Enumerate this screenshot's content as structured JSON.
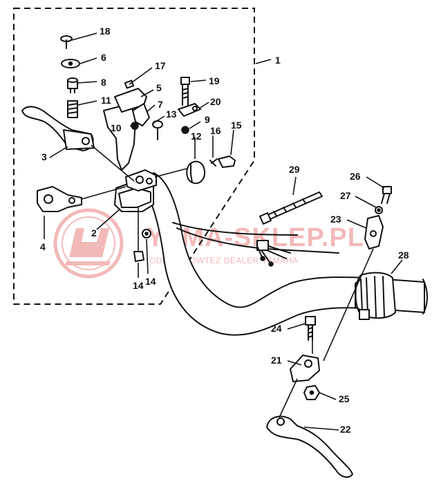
{
  "watermark": {
    "title": "YAMA-SKLEP.PL",
    "subtitle": "ODPIECHOWTEZ DEALER YAMAHA",
    "color": "#f2b9b9"
  },
  "callouts": {
    "c1": "1",
    "c2": "2",
    "c3": "3",
    "c4": "4",
    "c5": "5",
    "c6": "6",
    "c7": "7",
    "c8": "8",
    "c9": "9",
    "c10": "10",
    "c11": "11",
    "c12": "12",
    "c13": "13",
    "c14a": "14",
    "c14b": "14",
    "c15": "15",
    "c16": "16",
    "c17": "17",
    "c18": "18",
    "c19": "19",
    "c20": "20",
    "c21": "21",
    "c22": "22",
    "c23": "23",
    "c24": "24",
    "c25": "25",
    "c26": "26",
    "c27": "27",
    "c28": "28",
    "c29": "29"
  }
}
